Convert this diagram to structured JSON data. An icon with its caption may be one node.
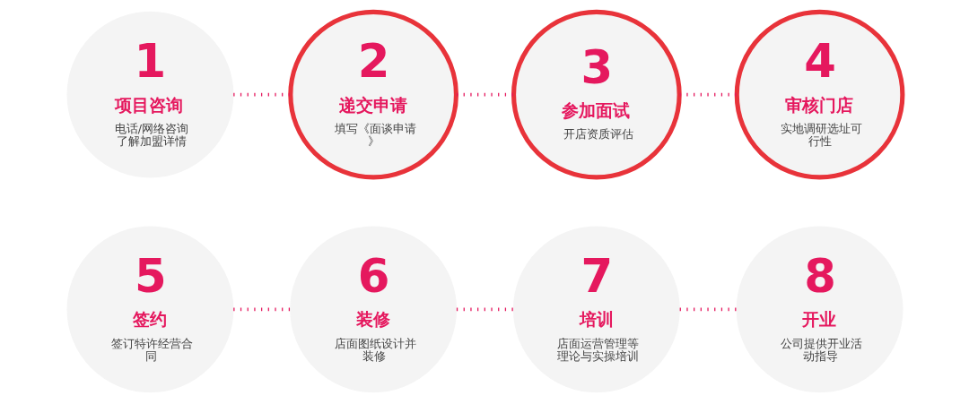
{
  "diagram": {
    "nodes": [
      {
        "text": [
          "1",
          "项目咨询",
          "电话/网络咨询了解加盟详情"
        ]
      },
      {
        "text": [
          "2",
          "递交申请",
          "填写《面谈申请》"
        ]
      },
      {
        "text": [
          "3",
          "参加面试",
          "开店资质评估"
        ]
      },
      {
        "text": [
          "4",
          "审核门店",
          "实地调研选址可行性"
        ]
      },
      {
        "text": [
          "5",
          "签约",
          "签订特许经营合同"
        ]
      },
      {
        "text": [
          "6",
          "装修",
          "店面图纸设计并装修"
        ]
      },
      {
        "text": [
          "7",
          "培训",
          "店面运营管理等理论与实操培训"
        ]
      },
      {
        "text": [
          "8",
          "开业",
          "公司提供开业活动指导"
        ]
      }
    ],
    "edges": [
      {
        "from": 0,
        "to": 1,
        "arrow": "none",
        "style": "dashed"
      },
      {
        "from": 1,
        "to": 2,
        "arrow": "none",
        "style": "dashed"
      },
      {
        "from": 2,
        "to": 3,
        "arrow": "none",
        "style": "dashed"
      },
      {
        "from": 4,
        "to": 5,
        "arrow": "none",
        "style": "dashed"
      },
      {
        "from": 5,
        "to": 6,
        "arrow": "none",
        "style": "dashed"
      },
      {
        "from": 6,
        "to": 7,
        "arrow": "none",
        "style": "dashed"
      }
    ]
  }
}
